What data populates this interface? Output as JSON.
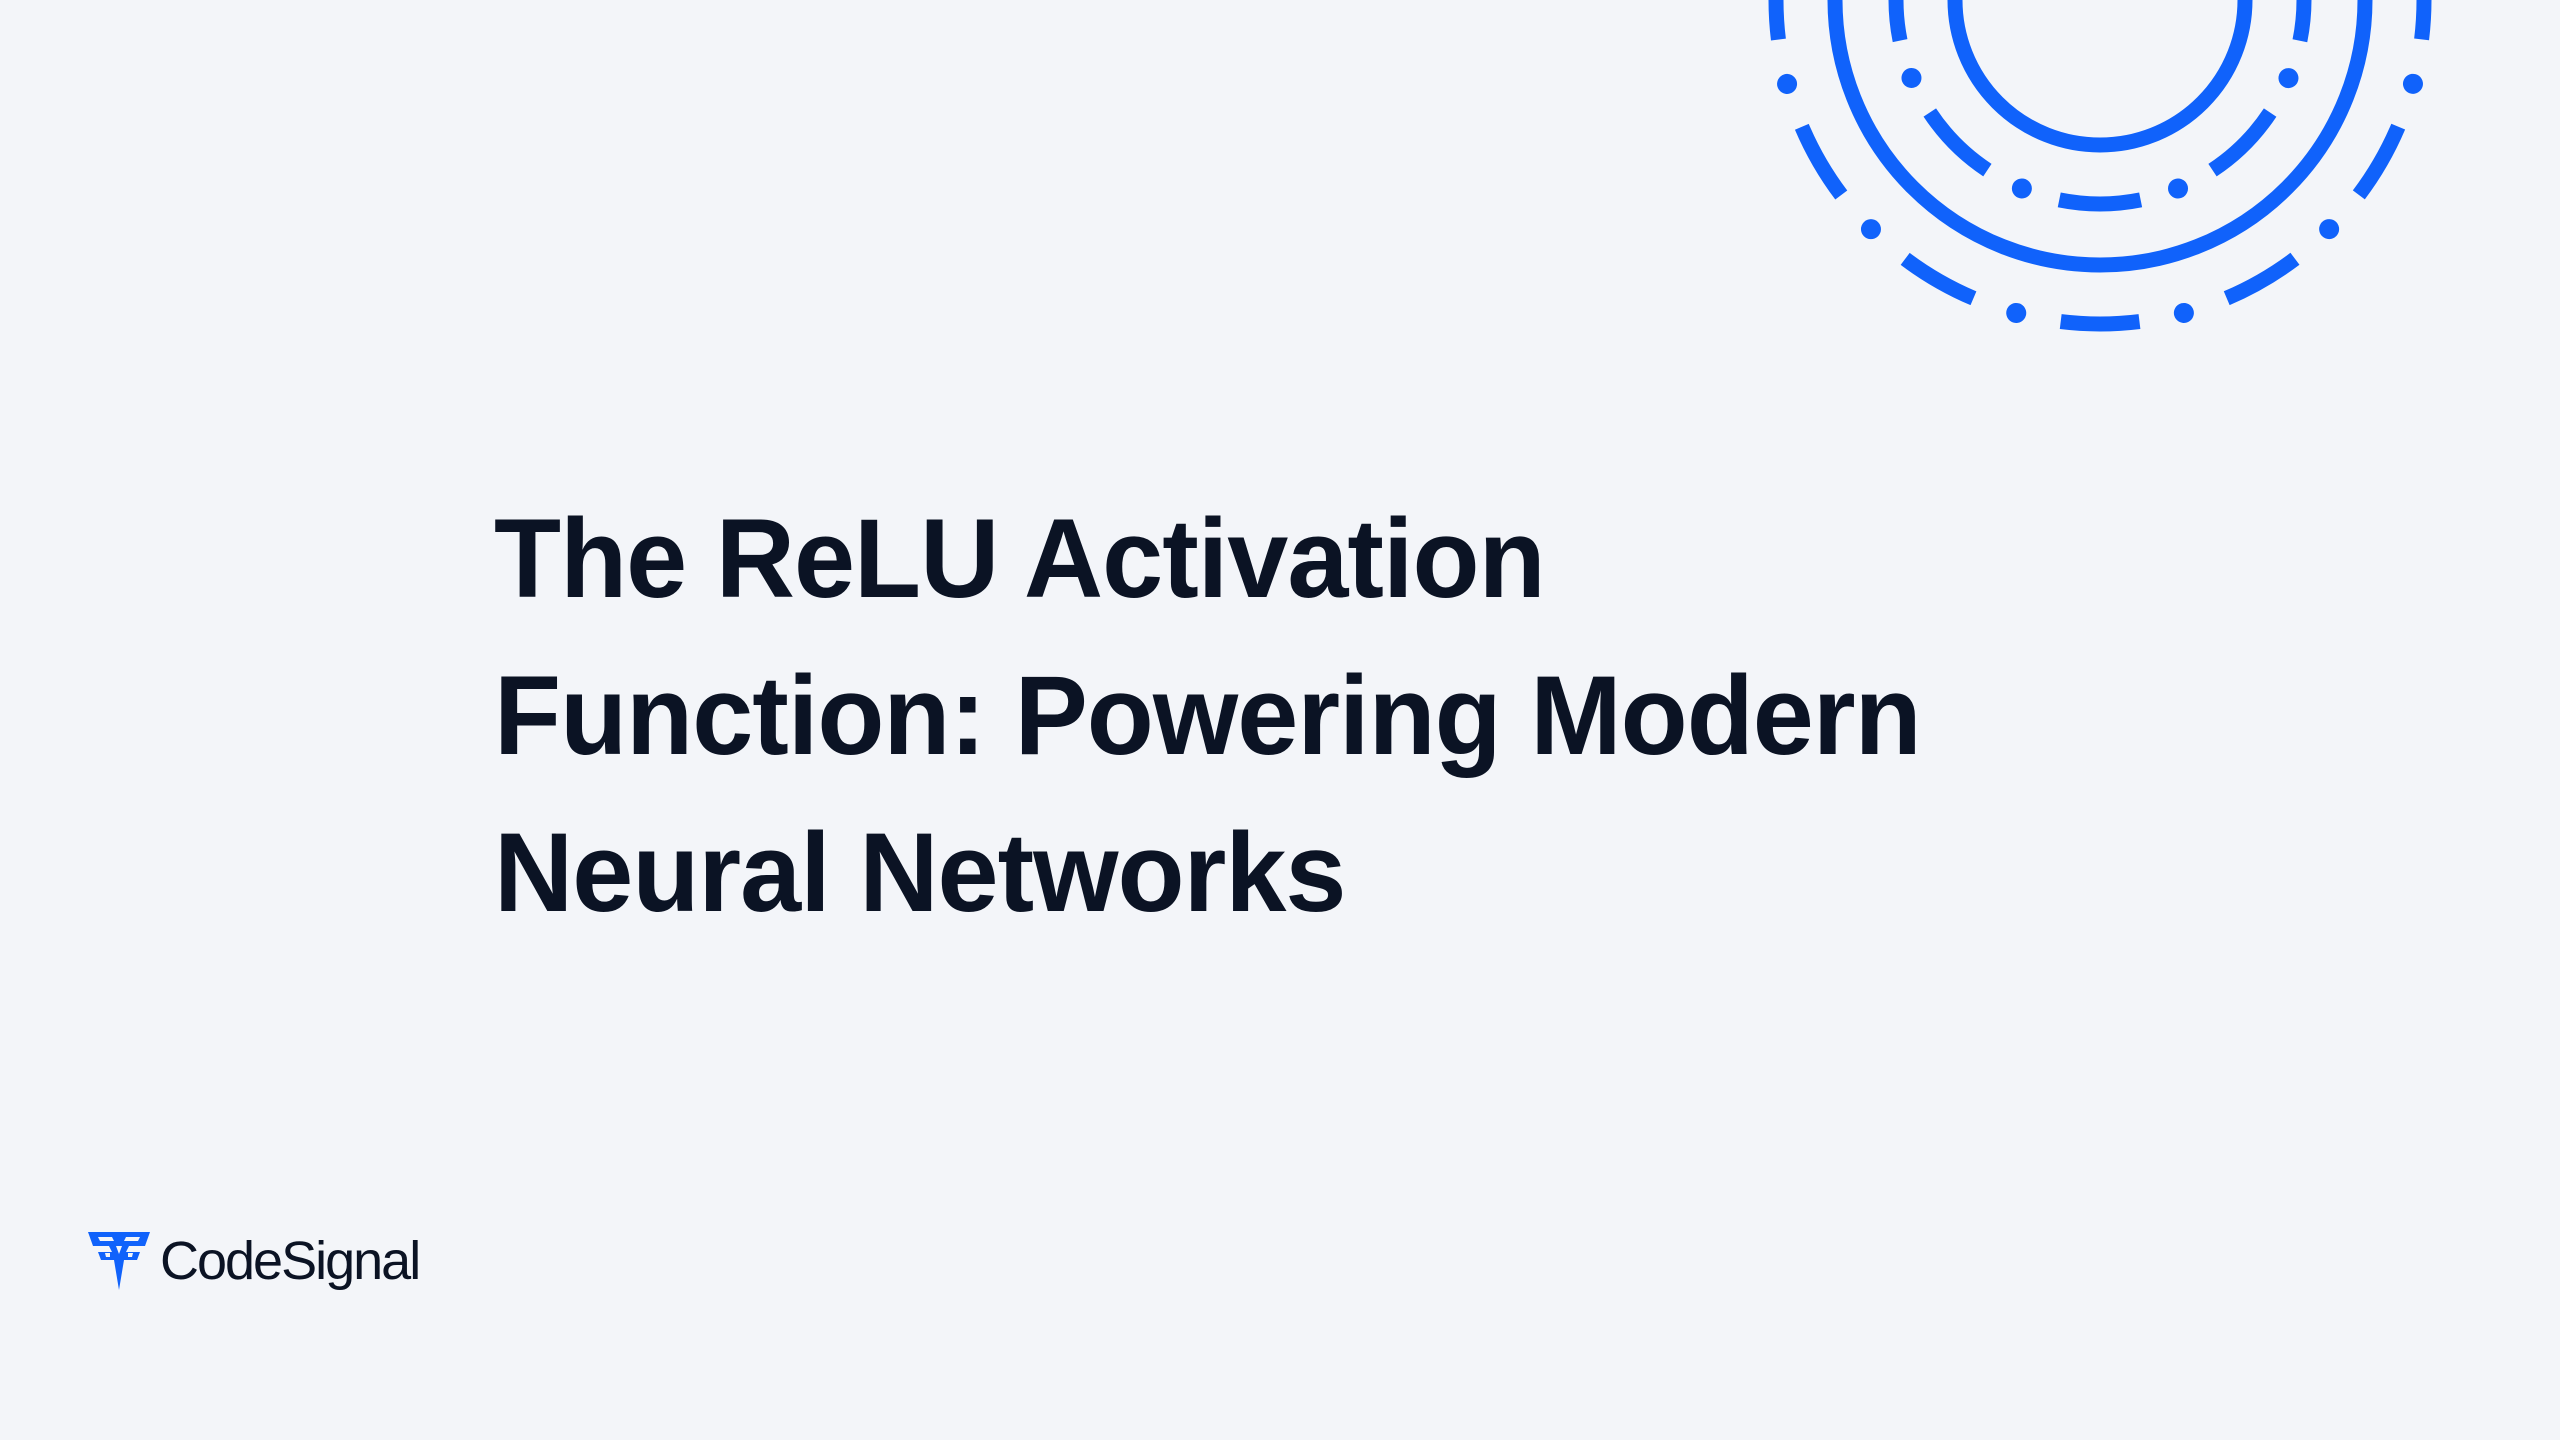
{
  "slide": {
    "title_lines": [
      "The ReLU Activation",
      "Function: Powering Modern",
      "Neural Networks"
    ],
    "title_full": "The ReLU Activation Function: Powering Modern Neural Networks"
  },
  "brand": {
    "name": "CodeSignal",
    "logo_icon": "codesignal-logo-icon",
    "accent_color": "#1062fb"
  },
  "colors": {
    "background": "#f3f5f9",
    "text": "#0b1324",
    "accent": "#1062fb"
  },
  "decoration": {
    "icon": "concentric-signal-rings-icon"
  }
}
